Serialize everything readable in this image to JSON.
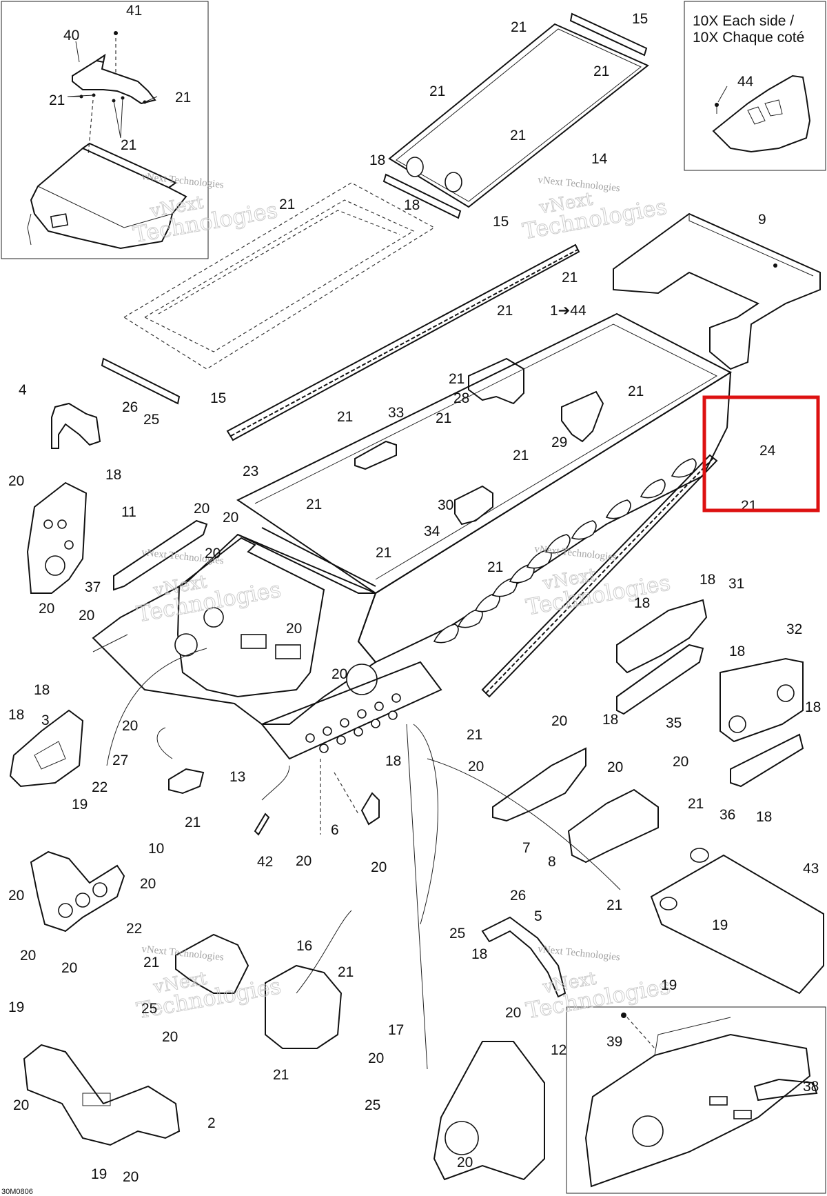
{
  "inset_note": {
    "line1": "10X Each side /",
    "line2": "10X Chaque coté"
  },
  "watermark": {
    "line1": "vNext",
    "line2": "Technologies",
    "small": "vNext Technologies"
  },
  "highlight_color": "#dd1111",
  "figure_code": "30M0806",
  "callouts": [
    {
      "id": "c41",
      "text": "41"
    },
    {
      "id": "c40",
      "text": "40"
    },
    {
      "id": "c21a",
      "text": "21"
    },
    {
      "id": "c21b",
      "text": "21"
    },
    {
      "id": "c21c",
      "text": "21"
    },
    {
      "id": "c21d",
      "text": "21"
    },
    {
      "id": "c15a",
      "text": "15"
    },
    {
      "id": "c21e",
      "text": "21"
    },
    {
      "id": "c21f",
      "text": "21"
    },
    {
      "id": "c21g",
      "text": "21"
    },
    {
      "id": "c14",
      "text": "14"
    },
    {
      "id": "c44",
      "text": "44"
    },
    {
      "id": "c18a",
      "text": "18"
    },
    {
      "id": "c21h",
      "text": "21"
    },
    {
      "id": "c18b",
      "text": "18"
    },
    {
      "id": "c15b",
      "text": "15"
    },
    {
      "id": "c9",
      "text": "9"
    },
    {
      "id": "c21i",
      "text": "21"
    },
    {
      "id": "c21j",
      "text": "21"
    },
    {
      "id": "c1to44",
      "text": "1➔44"
    },
    {
      "id": "c15c",
      "text": "15"
    },
    {
      "id": "c21k",
      "text": "21"
    },
    {
      "id": "c28",
      "text": "28"
    },
    {
      "id": "c21l",
      "text": "21"
    },
    {
      "id": "c4",
      "text": "4"
    },
    {
      "id": "c26a",
      "text": "26"
    },
    {
      "id": "c25a",
      "text": "25"
    },
    {
      "id": "c21m",
      "text": "21"
    },
    {
      "id": "c33",
      "text": "33"
    },
    {
      "id": "c21n",
      "text": "21"
    },
    {
      "id": "c24",
      "text": "24"
    },
    {
      "id": "c29",
      "text": "29"
    },
    {
      "id": "c21o",
      "text": "21"
    },
    {
      "id": "c18c",
      "text": "18"
    },
    {
      "id": "c23",
      "text": "23"
    },
    {
      "id": "c20a",
      "text": "20"
    },
    {
      "id": "c11",
      "text": "11"
    },
    {
      "id": "c30",
      "text": "30"
    },
    {
      "id": "c20b",
      "text": "20"
    },
    {
      "id": "c21p",
      "text": "21"
    },
    {
      "id": "c34",
      "text": "34"
    },
    {
      "id": "c20c",
      "text": "20"
    },
    {
      "id": "c20d",
      "text": "20"
    },
    {
      "id": "c21q",
      "text": "21"
    },
    {
      "id": "c21r",
      "text": "21"
    },
    {
      "id": "c21s",
      "text": "21"
    },
    {
      "id": "c37",
      "text": "37"
    },
    {
      "id": "c18d",
      "text": "18"
    },
    {
      "id": "c31",
      "text": "31"
    },
    {
      "id": "c20e",
      "text": "20"
    },
    {
      "id": "c20f",
      "text": "20"
    },
    {
      "id": "c18e",
      "text": "18"
    },
    {
      "id": "c32",
      "text": "32"
    },
    {
      "id": "c20g",
      "text": "20"
    },
    {
      "id": "c18f",
      "text": "18"
    },
    {
      "id": "c20h",
      "text": "20"
    },
    {
      "id": "c18g",
      "text": "18"
    },
    {
      "id": "c18h",
      "text": "18"
    },
    {
      "id": "c3",
      "text": "3"
    },
    {
      "id": "c20i",
      "text": "20"
    },
    {
      "id": "c18i",
      "text": "18"
    },
    {
      "id": "c35",
      "text": "35"
    },
    {
      "id": "c18j",
      "text": "18"
    },
    {
      "id": "c20j",
      "text": "20"
    },
    {
      "id": "c27",
      "text": "27"
    },
    {
      "id": "c21t",
      "text": "21"
    },
    {
      "id": "c18k",
      "text": "18"
    },
    {
      "id": "c20k",
      "text": "20"
    },
    {
      "id": "c20l",
      "text": "20"
    },
    {
      "id": "c20m",
      "text": "20"
    },
    {
      "id": "c22a",
      "text": "22"
    },
    {
      "id": "c13",
      "text": "13"
    },
    {
      "id": "c36",
      "text": "36"
    },
    {
      "id": "c18l",
      "text": "18"
    },
    {
      "id": "c19a",
      "text": "19"
    },
    {
      "id": "c21u",
      "text": "21"
    },
    {
      "id": "c21v",
      "text": "21"
    },
    {
      "id": "c6",
      "text": "6"
    },
    {
      "id": "c7",
      "text": "7"
    },
    {
      "id": "c8",
      "text": "8"
    },
    {
      "id": "c43",
      "text": "43"
    },
    {
      "id": "c10",
      "text": "10"
    },
    {
      "id": "c42",
      "text": "42"
    },
    {
      "id": "c20n",
      "text": "20"
    },
    {
      "id": "c20o",
      "text": "20"
    },
    {
      "id": "c20p",
      "text": "20"
    },
    {
      "id": "c20q",
      "text": "20"
    },
    {
      "id": "c21w",
      "text": "21"
    },
    {
      "id": "c19b",
      "text": "19"
    },
    {
      "id": "c26b",
      "text": "26"
    },
    {
      "id": "c22b",
      "text": "22"
    },
    {
      "id": "c5",
      "text": "5"
    },
    {
      "id": "c25b",
      "text": "25"
    },
    {
      "id": "c18m",
      "text": "18"
    },
    {
      "id": "c20r",
      "text": "20"
    },
    {
      "id": "c21x",
      "text": "21"
    },
    {
      "id": "c16",
      "text": "16"
    },
    {
      "id": "c20s",
      "text": "20"
    },
    {
      "id": "c19c",
      "text": "19"
    },
    {
      "id": "c21y",
      "text": "21"
    },
    {
      "id": "c25c",
      "text": "25"
    },
    {
      "id": "c20t",
      "text": "20"
    },
    {
      "id": "c17",
      "text": "17"
    },
    {
      "id": "c39",
      "text": "39"
    },
    {
      "id": "c19d",
      "text": "19"
    },
    {
      "id": "c20u",
      "text": "20"
    },
    {
      "id": "c12",
      "text": "12"
    },
    {
      "id": "c21z",
      "text": "21"
    },
    {
      "id": "c20v",
      "text": "20"
    },
    {
      "id": "c25d",
      "text": "25"
    },
    {
      "id": "c38",
      "text": "38"
    },
    {
      "id": "c20w",
      "text": "20"
    },
    {
      "id": "c2",
      "text": "2"
    },
    {
      "id": "c19e",
      "text": "19"
    },
    {
      "id": "c20x",
      "text": "20"
    },
    {
      "id": "c20y",
      "text": "20"
    }
  ]
}
